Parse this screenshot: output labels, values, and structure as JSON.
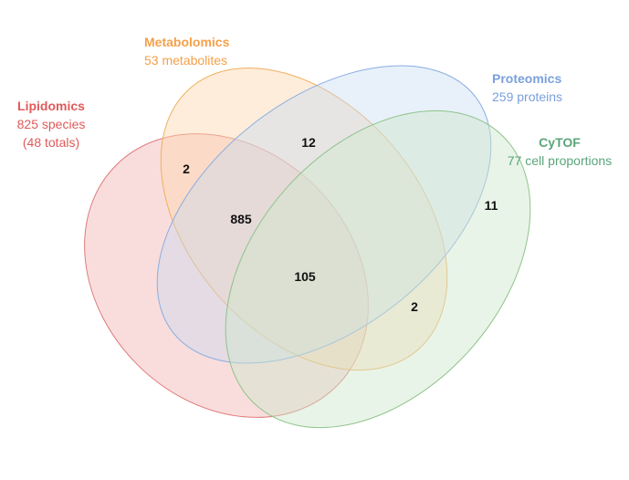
{
  "sets": {
    "lipidomics": {
      "title": "Lipidomics",
      "line1": "825 species",
      "line2": "(48 totals)",
      "stroke": "#e07a7a",
      "fill": "#f2b3b3",
      "label_color": "#e05a5a"
    },
    "metabolomics": {
      "title": "Metabolomics",
      "line1": "53 metabolites",
      "stroke": "#f0b060",
      "fill": "#fcd8ad",
      "label_color": "#f5a04a"
    },
    "proteomics": {
      "title": "Proteomics",
      "line1": "259 proteins",
      "stroke": "#8aaee0",
      "fill": "#c6d9f3",
      "label_color": "#7aa0dc"
    },
    "cytof": {
      "title": "CyTOF",
      "line1": "77 cell proportions",
      "stroke": "#8fc48a",
      "fill": "#cfe6cc",
      "label_color": "#5aa57a"
    }
  },
  "counts": {
    "lipid_metab": "2",
    "metab_prot": "12",
    "lipid_metab_prot": "885",
    "lipid_metab_prot_cytof": "105",
    "metab_cytof": "2",
    "cytof_only": "11"
  }
}
